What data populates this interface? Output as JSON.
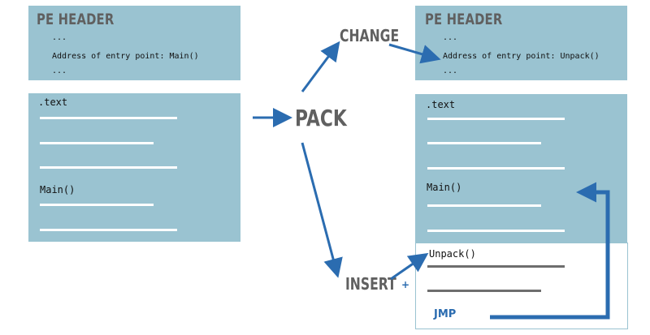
{
  "original": {
    "header": {
      "title": "PE HEADER",
      "line1": "...",
      "line2": "Address of entry point: Main()",
      "line3": "..."
    },
    "text_section": {
      "title": ".text",
      "main_label": "Main()"
    }
  },
  "labels": {
    "pack": "PACK",
    "change": "CHANGE",
    "insert": "INSERT",
    "plus": "+"
  },
  "packed": {
    "header": {
      "title": "PE HEADER",
      "line1": "...",
      "line2": "Address of entry point: Unpack()",
      "line3": "..."
    },
    "text_section": {
      "title": ".text",
      "main_label": "Main()"
    },
    "stub": {
      "title": "Unpack()",
      "jmp": "JMP"
    }
  },
  "colors": {
    "box_fill": "#9ac3d1",
    "arrow": "#2b6cb0",
    "label": "#606060"
  }
}
